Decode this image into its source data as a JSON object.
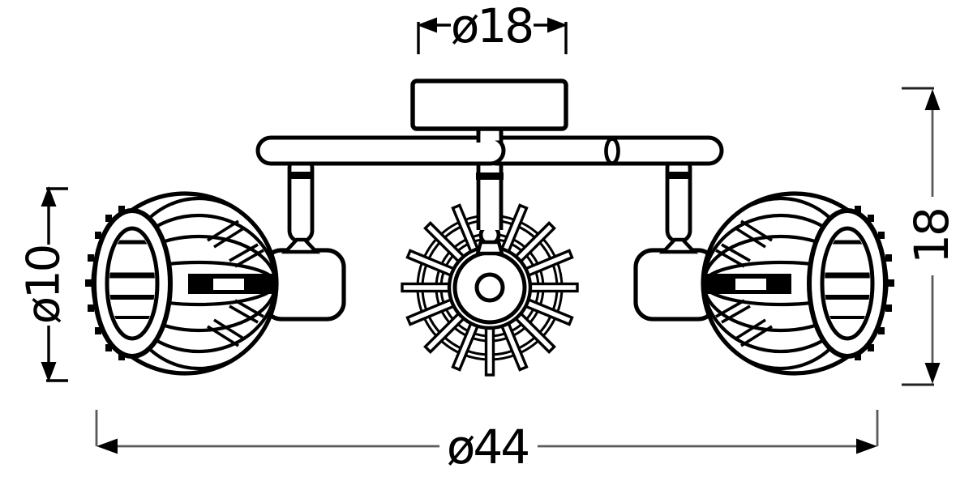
{
  "drawing": {
    "subject": "3-head ceiling spotlight fixture, front elevation line drawing",
    "dimensions": {
      "canopy_diameter": "ø18",
      "shade_diameter": "ø10",
      "fixture_height": "18",
      "fixture_width": "ø44"
    },
    "colors": {
      "ink": "#000000",
      "dim_line_gray": "#5a5a5a",
      "background": "#ffffff"
    }
  }
}
